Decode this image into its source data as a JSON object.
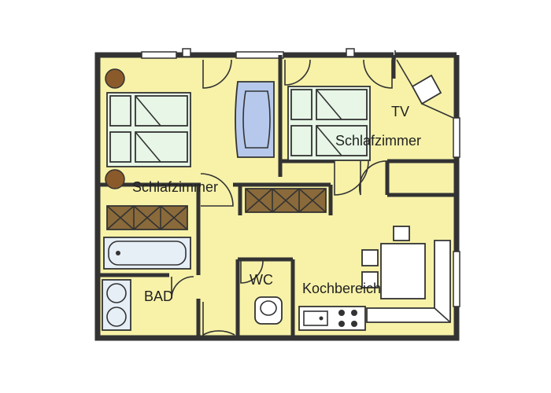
{
  "rooms": {
    "bedroom_left": "Schlafzimmer",
    "bedroom_right": "Schlafzimmer",
    "bath": "BAD",
    "wc": "WC",
    "kitchen": "Kochbereich",
    "tv": "TV"
  },
  "colors": {
    "floor": "#f7f2a8",
    "bed": "#e7f6e6",
    "sofa": "#b6c9ec",
    "cabinet": "#8a6a3a",
    "nightstand": "#8b5a2b",
    "bath_fixture": "#e6eef6",
    "wall": "#333333"
  }
}
